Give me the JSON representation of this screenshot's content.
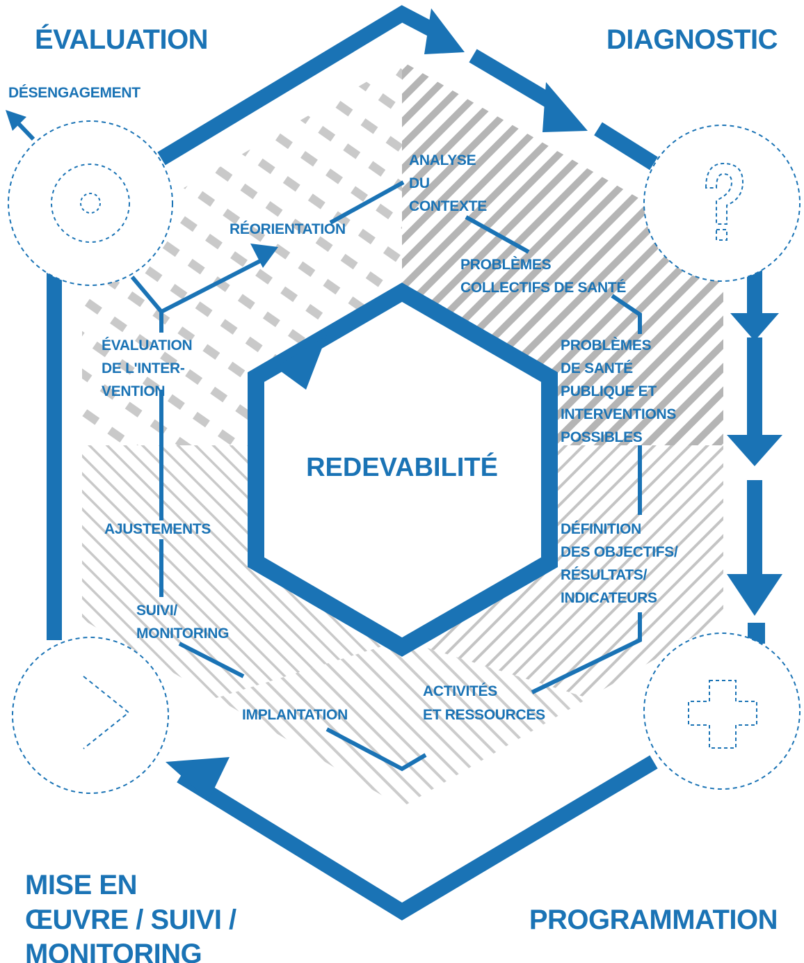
{
  "colors": {
    "primary_blue": "#1a73b5",
    "hatch_grey": "#c6c6c6",
    "hatch_dark_grey": "#b3b3b3",
    "hatch_light_grey": "#d4d4d4",
    "background": "#ffffff"
  },
  "phases": {
    "evaluation": "ÉVALUATION",
    "diagnostic": "DIAGNOSTIC",
    "programmation": "PROGRAMMATION",
    "mise_en_oeuvre": [
      "MISE EN",
      "ŒUVRE / SUIVI /",
      "MONITORING"
    ]
  },
  "center": {
    "label": "REDEVABILITÉ"
  },
  "exit": {
    "label": "DÉSENGAGEMENT"
  },
  "steps": {
    "analyse": [
      "ANALYSE",
      "DU",
      "CONTEXTE"
    ],
    "reorientation": "RÉORIENTATION",
    "problemes_collectifs": [
      "PROBLÈMES",
      "COLLECTIFS DE SANTÉ"
    ],
    "problemes_sante_publique": [
      "PROBLÈMES",
      "DE SANTÉ",
      "PUBLIQUE ET",
      "INTERVENTIONS",
      "POSSIBLES"
    ],
    "evaluation_intervention": [
      "ÉVALUATION",
      "DE L'INTER-",
      "VENTION"
    ],
    "ajustements": "AJUSTEMENTS",
    "definition_objectifs": [
      "DÉFINITION",
      "DES OBJECTIFS/",
      "RÉSULTATS/",
      "INDICATEURS"
    ],
    "suivi_monitoring": [
      "SUIVI/",
      "MONITORING"
    ],
    "activites_ressources": [
      "ACTIVITÉS",
      "ET RESSOURCES"
    ],
    "implantation": "IMPLANTATION"
  },
  "icons": {
    "evaluation": "target-icon",
    "diagnostic": "question-mark-icon",
    "programmation": "plus-cross-icon",
    "mise_en_oeuvre": "play-chevron-icon"
  }
}
